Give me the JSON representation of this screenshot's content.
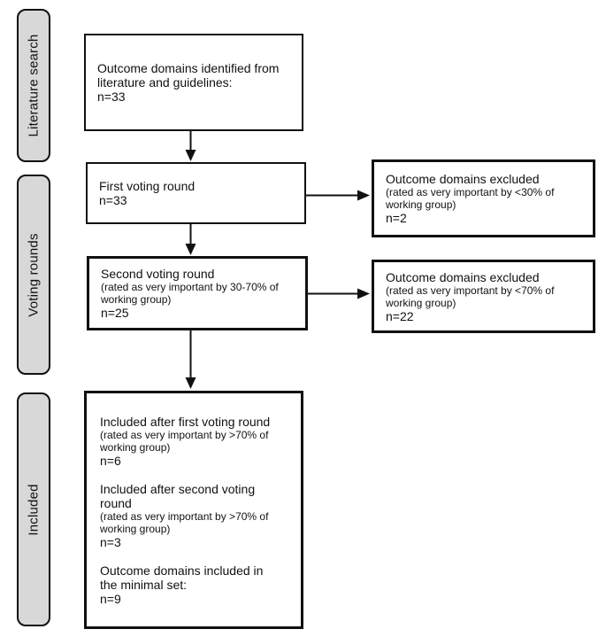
{
  "colors": {
    "stage_fill": "#d8d8d8",
    "line_color": "#111111",
    "box_fill": "#ffffff"
  },
  "sidebar": {
    "stages": [
      {
        "label": "Literature search"
      },
      {
        "label": "Voting rounds"
      },
      {
        "label": "Included"
      }
    ]
  },
  "flowchart": {
    "literature_box": {
      "title": "Outcome domains identified from literature and guidelines:",
      "count": "n=33"
    },
    "first_round_box": {
      "title": "First voting round",
      "count": "n=33"
    },
    "first_excluded_box": {
      "title": "Outcome domains excluded",
      "criteria": "(rated as very important by <30% of working group)",
      "count": "n=2"
    },
    "second_round_box": {
      "title": "Second voting round",
      "criteria": "(rated as very important by 30-70% of working group)",
      "count": "n=25"
    },
    "second_excluded_box": {
      "title": "Outcome domains excluded",
      "criteria": "(rated as very important by <70% of working group)",
      "count": "n=22"
    },
    "included_box": {
      "sections": [
        {
          "title": "Included after first voting round",
          "criteria": "(rated as very important by >70% of working group)",
          "count": "n=6"
        },
        {
          "title": "Included after second voting round",
          "criteria": "(rated as very important by >70% of working group)",
          "count": "n=3"
        },
        {
          "title": "Outcome domains included in the minimal set:",
          "count": "n=9"
        }
      ]
    }
  }
}
